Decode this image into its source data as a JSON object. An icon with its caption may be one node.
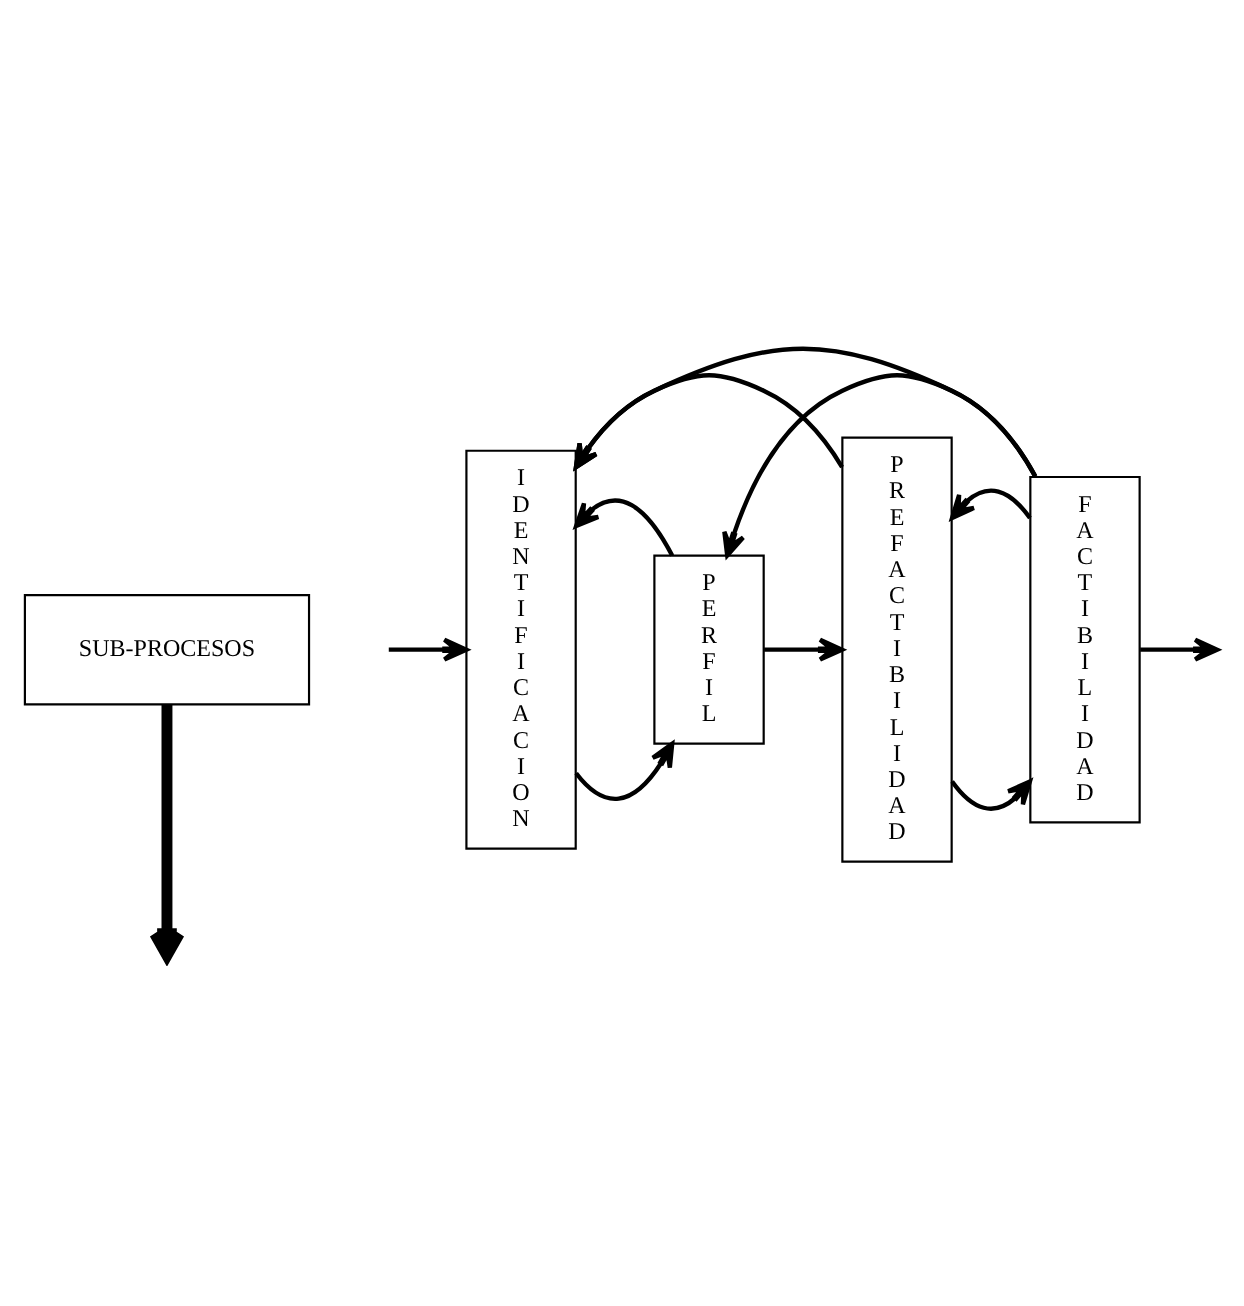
{
  "diagram": {
    "nodes": [
      {
        "text": [
          "SUB-PROCESOS"
        ]
      },
      {
        "text": [
          "I D E N T I F I C A C I O N"
        ]
      },
      {
        "text": [
          "P E R F I L"
        ]
      },
      {
        "text": [
          "P R E F A C T I B I L I D A D"
        ]
      },
      {
        "text": [
          "F A C T I B I L I D A D"
        ]
      }
    ],
    "edges": [
      {
        "from": 0,
        "to": null,
        "arrow": "to",
        "style": "thick"
      },
      {
        "from": null,
        "to": 1,
        "arrow": "to"
      },
      {
        "from": 1,
        "to": 2,
        "arrow": "to"
      },
      {
        "from": 2,
        "to": 3,
        "arrow": "to"
      },
      {
        "from": 3,
        "to": 4,
        "arrow": "to"
      },
      {
        "from": 4,
        "to": null,
        "arrow": "to"
      },
      {
        "from": 2,
        "to": 1,
        "arrow": "to"
      },
      {
        "from": 3,
        "to": 1,
        "arrow": "to"
      },
      {
        "from": 4,
        "to": 1,
        "arrow": "to"
      },
      {
        "from": 4,
        "to": 2,
        "arrow": "to"
      },
      {
        "from": 4,
        "to": 3,
        "arrow": "to"
      }
    ]
  }
}
